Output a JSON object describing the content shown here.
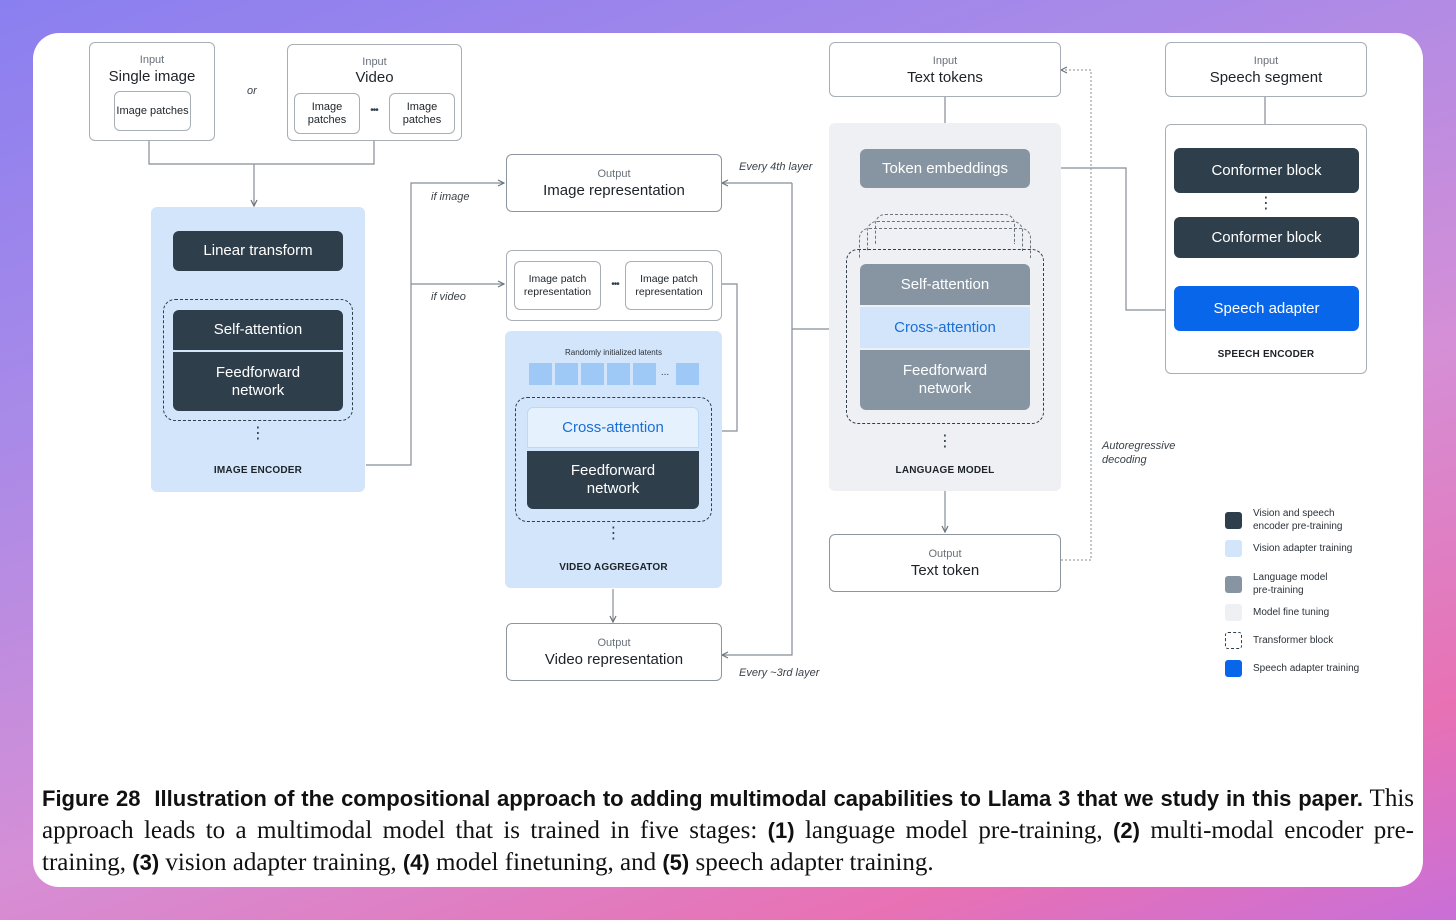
{
  "diagram": {
    "input_single_image": {
      "caption": "Input",
      "title": "Single image",
      "patch": "Image patches"
    },
    "or_label": "or",
    "input_video": {
      "caption": "Input",
      "title": "Video",
      "patch_left": "Image patches",
      "ellipsis": "•••",
      "patch_right": "Image patches"
    },
    "image_encoder": {
      "linear": "Linear transform",
      "self_attention": "Self-attention",
      "feedforward": "Feedforward network",
      "title": "IMAGE ENCODER"
    },
    "if_image": "if image",
    "if_video": "if video",
    "output_image": {
      "caption": "Output",
      "title": "Image representation"
    },
    "every_4th": "Every 4th layer",
    "patch_reps": {
      "left": "Image patch representation",
      "ellipsis": "•••",
      "right": "Image patch representation"
    },
    "video_aggregator": {
      "latents": "Randomly initialized latents",
      "latent_ellipsis": "...",
      "cross_attention": "Cross-attention",
      "feedforward": "Feedforward network",
      "title": "VIDEO AGGREGATOR"
    },
    "output_video": {
      "caption": "Output",
      "title": "Video representation"
    },
    "every_3rd": "Every ~3rd layer",
    "input_text": {
      "caption": "Input",
      "title": "Text tokens"
    },
    "language_model": {
      "token_embeddings": "Token embeddings",
      "self_attention": "Self-attention",
      "cross_attention": "Cross-attention",
      "feedforward": "Feedforward network",
      "title": "LANGUAGE MODEL"
    },
    "output_text": {
      "caption": "Output",
      "title": "Text token"
    },
    "autoregressive": "Autoregressive decoding",
    "input_speech": {
      "caption": "Input",
      "title": "Speech segment"
    },
    "speech_encoder": {
      "conformer_1": "Conformer block",
      "conformer_2": "Conformer block",
      "adapter": "Speech adapter",
      "title": "SPEECH ENCODER"
    }
  },
  "legend": [
    {
      "label": "Vision and speech encoder pre-training",
      "color": "#2f3e4b"
    },
    {
      "label": "Vision adapter training",
      "color": "#d3e5fa"
    },
    {
      "label": "Language model pre-training",
      "color": "#8795a3"
    },
    {
      "label": "Model fine tuning",
      "color": "#eef0f3"
    },
    {
      "label": "Transformer block",
      "color": "dashed"
    },
    {
      "label": "Speech adapter training",
      "color": "#0866ea"
    }
  ],
  "caption": {
    "figure": "Figure 28",
    "title": "Illustration of the compositional approach to adding multimodal capabilities to Llama 3 that we study in this paper.",
    "t1": "This approach leads to a multimodal model that is trained in five stages:",
    "n1": "(1)",
    "s1": "language model pre-training,",
    "n2": "(2)",
    "s2": "multi-modal encoder pre-training,",
    "n3": "(3)",
    "s3": "vision adapter training,",
    "n4": "(4)",
    "s4": "model finetuning, and",
    "n5": "(5)",
    "s5": "speech adapter training."
  }
}
